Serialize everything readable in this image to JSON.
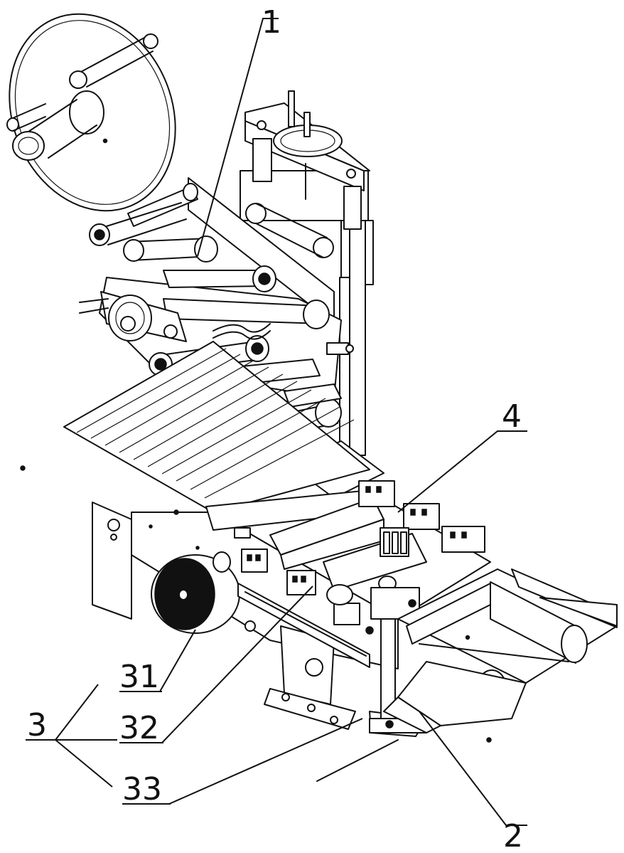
{
  "callouts": {
    "c1": "1",
    "c2": "2",
    "c3": "3",
    "c4": "4",
    "c31": "31",
    "c32": "32",
    "c33": "33"
  }
}
